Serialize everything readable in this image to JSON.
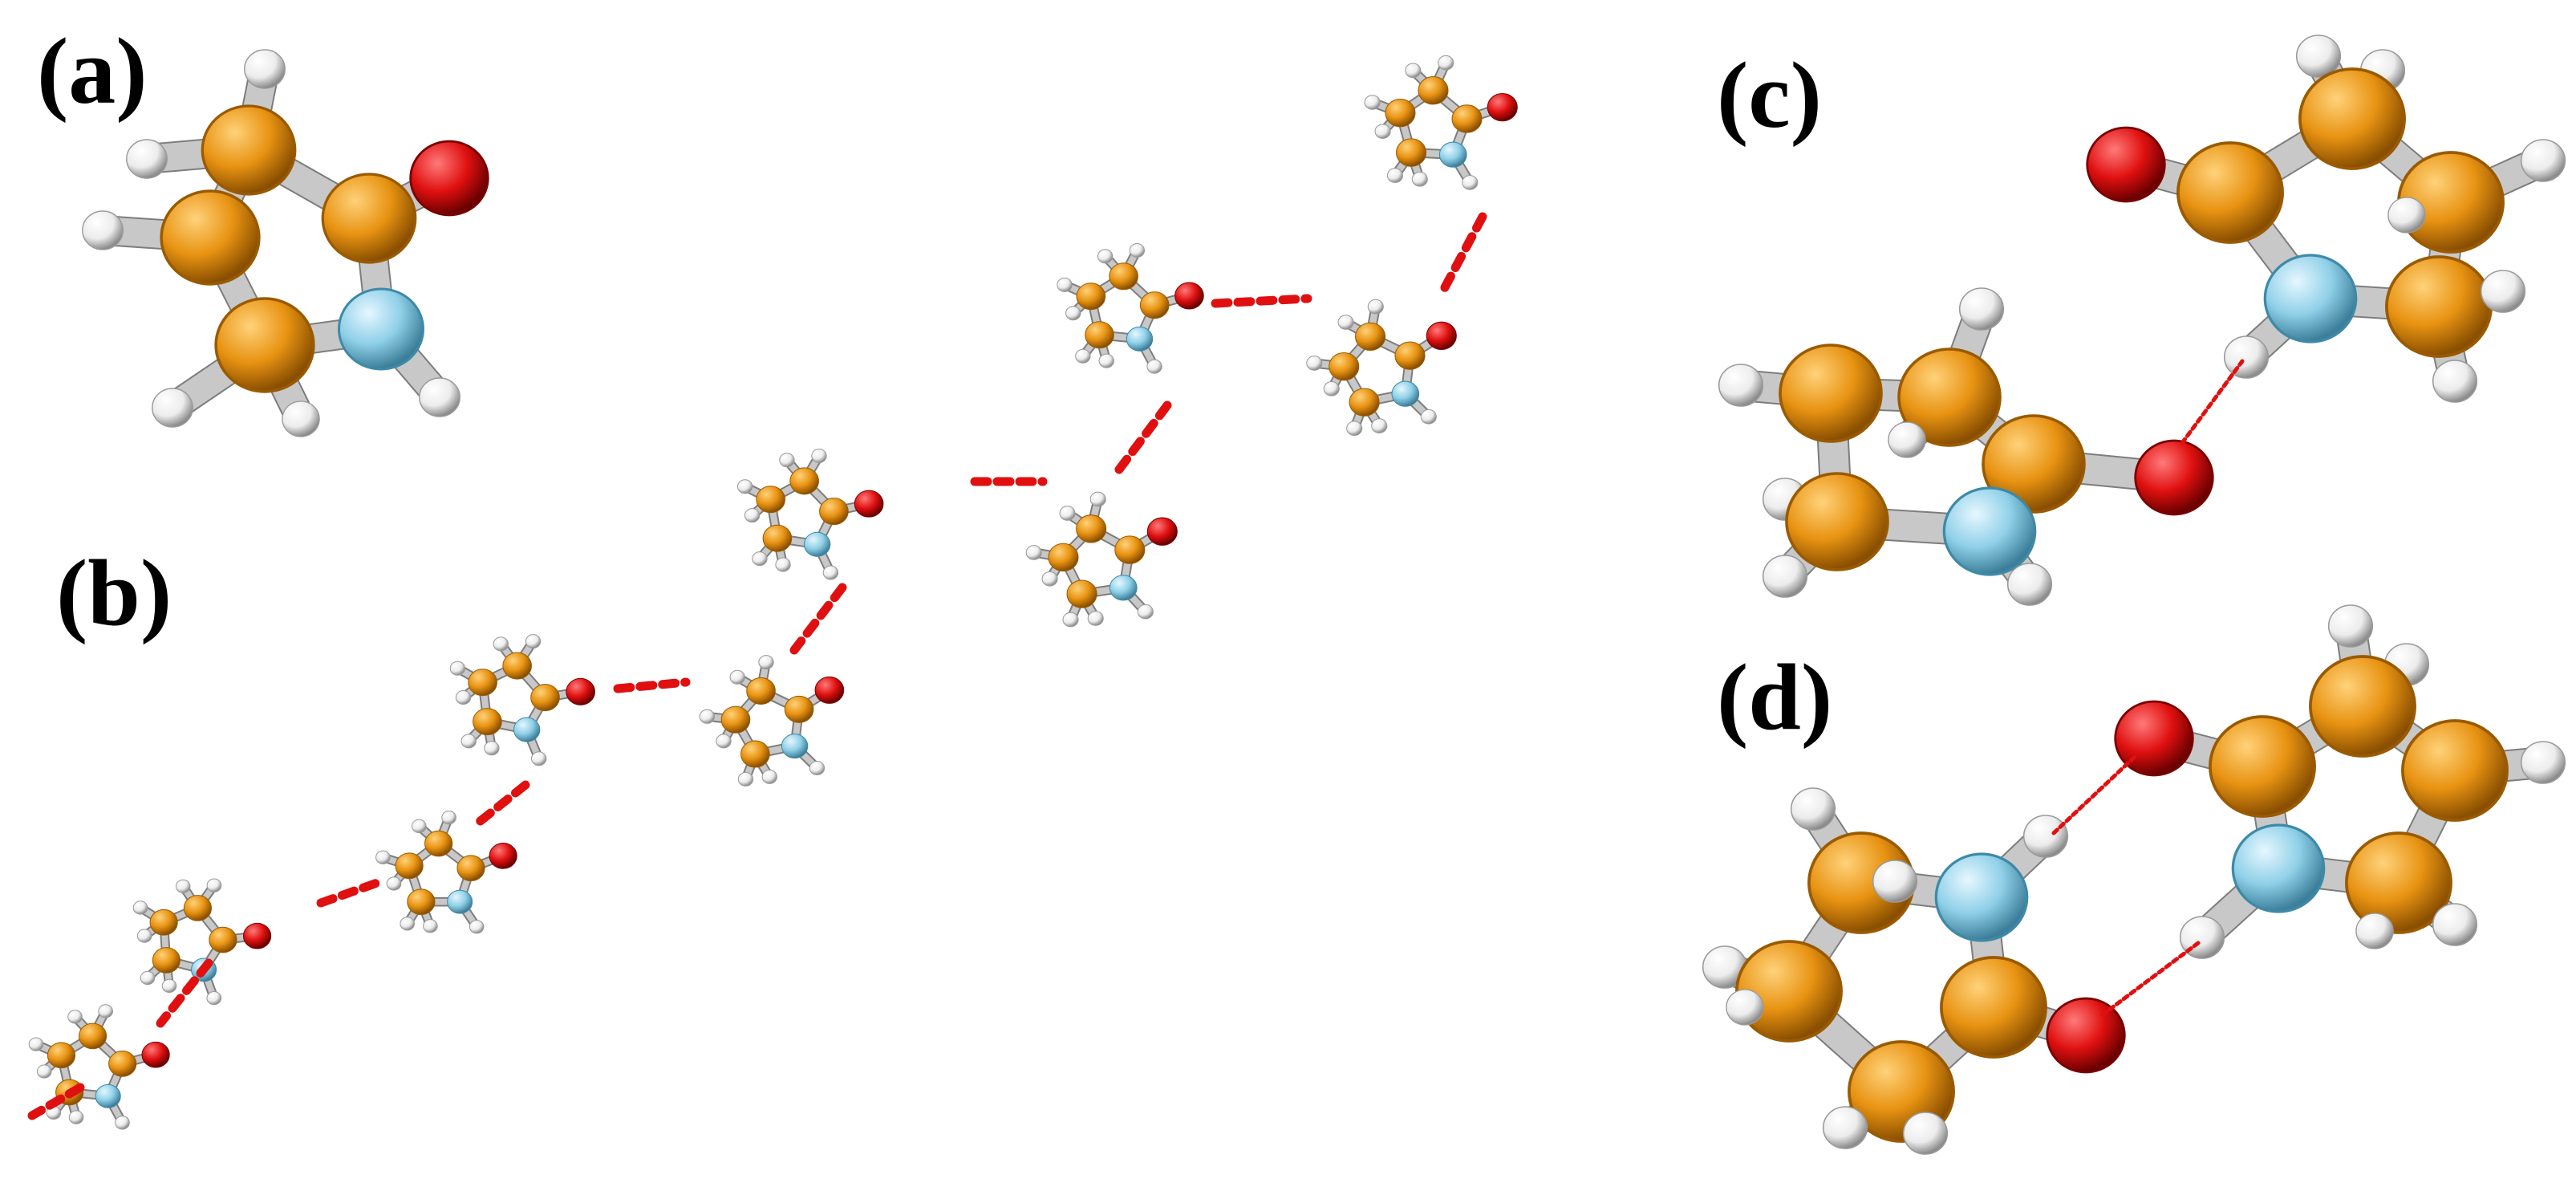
{
  "panels": {
    "a": {
      "label": "(a)"
    },
    "b": {
      "label": "(b)"
    },
    "c": {
      "label": "(c)"
    },
    "d": {
      "label": "(d)"
    }
  },
  "colors": {
    "carbon": "#e89312",
    "carbon_dark": "#9a5a00",
    "nitrogen": "#8fd0e8",
    "nitrogen_dark": "#3d8aa8",
    "oxygen": "#e01010",
    "oxygen_dark": "#7a0000",
    "hydrogen": "#f2f2f2",
    "hydrogen_dark": "#9a9a9a",
    "bond": "#c8c8c8",
    "hbond": "#e01010"
  }
}
